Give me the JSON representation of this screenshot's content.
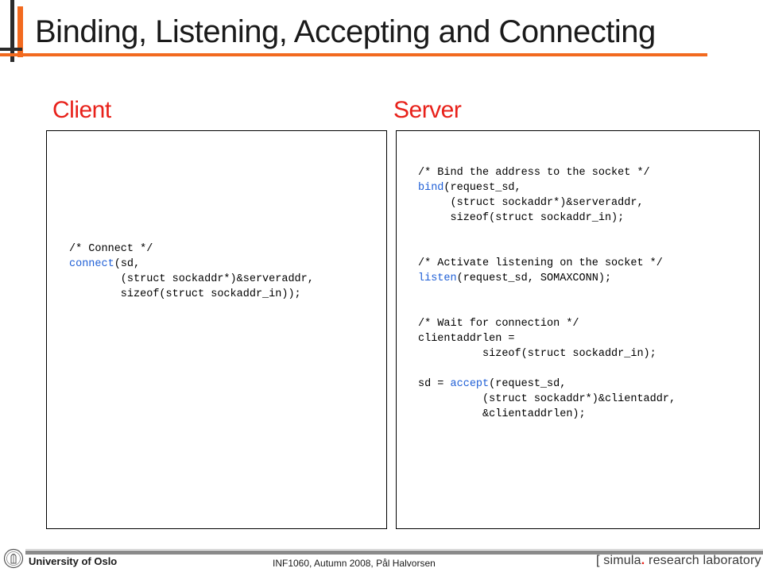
{
  "slide": {
    "title": "Binding, Listening, Accepting and Connecting",
    "client_label": "Client",
    "server_label": "Server"
  },
  "client_code": {
    "comment": "/* Connect */",
    "func": "connect",
    "line1_rest": "(sd,",
    "line2": "        (struct sockaddr*)&serveraddr,",
    "line3": "        sizeof(struct sockaddr_in));"
  },
  "server_code": {
    "bind_comment": "/* Bind the address to the socket */",
    "bind_func": "bind",
    "bind_line1_rest": "(request_sd,",
    "bind_line2": "     (struct sockaddr*)&serveraddr,",
    "bind_line3": "     sizeof(struct sockaddr_in);",
    "listen_comment": "/* Activate listening on the socket */",
    "listen_func": "listen",
    "listen_line1_rest": "(request_sd, SOMAXCONN);",
    "accept_comment": "/* Wait for connection */",
    "accept_line1": "clientaddrlen =",
    "accept_line2": "          sizeof(struct sockaddr_in);",
    "accept_line3_pre": "sd = ",
    "accept_func": "accept",
    "accept_line3_rest": "(request_sd,",
    "accept_line4": "          (struct sockaddr*)&clientaddr,",
    "accept_line5": "          &clientaddrlen);"
  },
  "footer": {
    "university": "University of Oslo",
    "course": "INF1060,  Autumn 2008,  Pål Halvorsen",
    "lab_open": "[ simula",
    "lab_dot": ".",
    "lab_rest": " research laboratory ]"
  },
  "colors": {
    "accent_orange": "#f26a1f",
    "heading_red": "#e8211a",
    "keyword_blue": "#1f5fd6"
  },
  "icons": {
    "university_logo": "uio-seal-icon"
  }
}
